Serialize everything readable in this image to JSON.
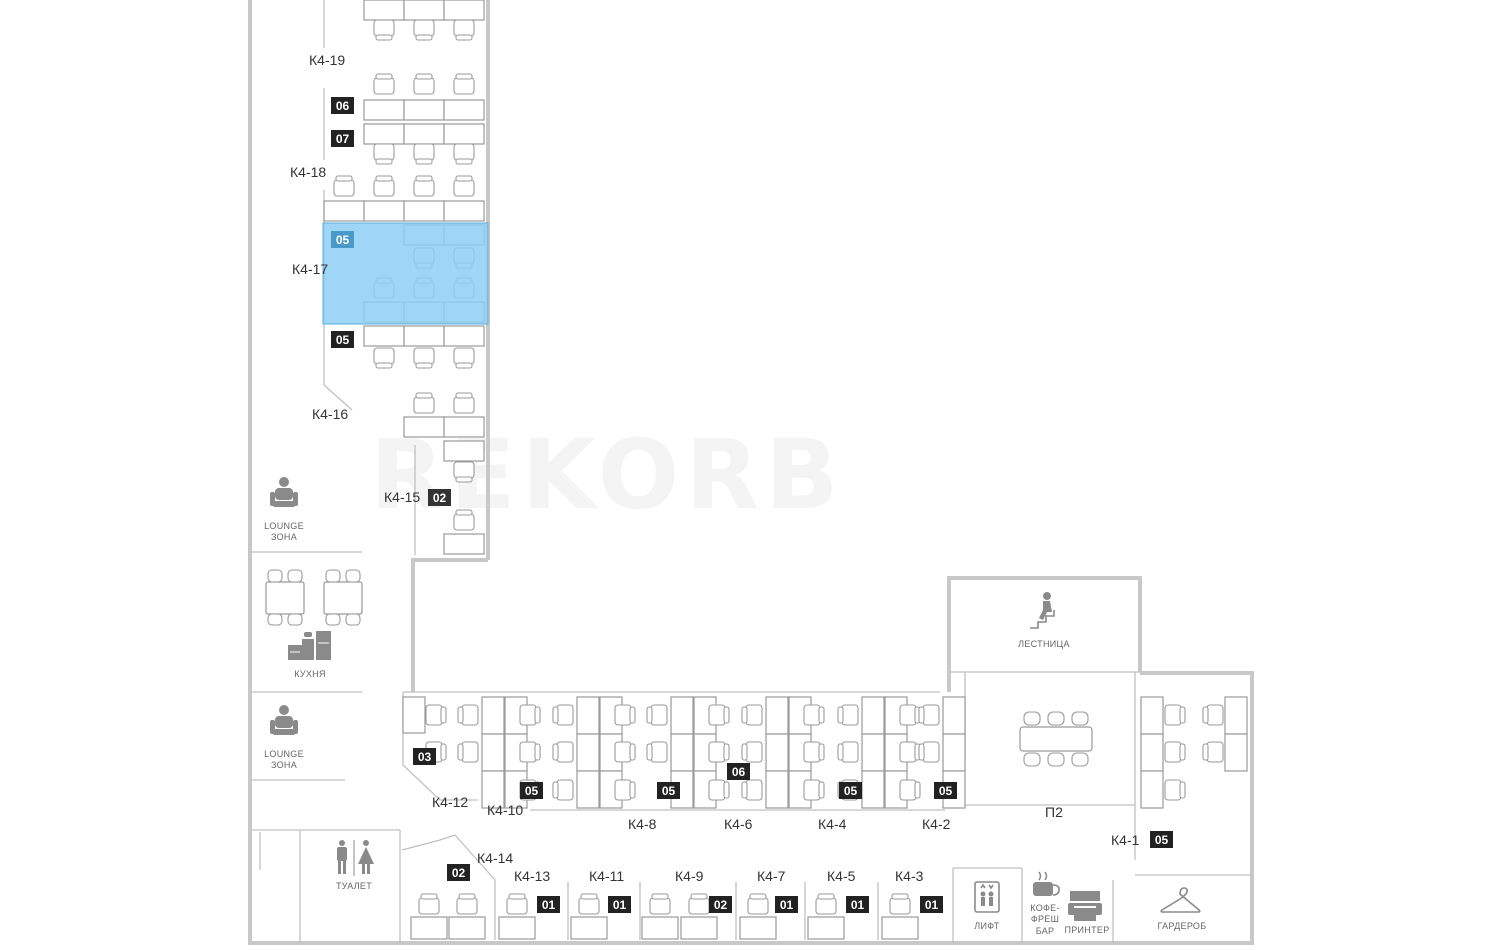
{
  "watermark": "REKORB",
  "rooms": {
    "k4_19": "К4-19",
    "k4_18": "К4-18",
    "k4_17": "К4-17",
    "k4_16": "К4-16",
    "k4_15": "К4-15",
    "k4_14": "К4-14",
    "k4_13": "К4-13",
    "k4_12": "К4-12",
    "k4_11": "К4-11",
    "k4_10": "К4-10",
    "k4_9": "К4-9",
    "k4_8": "К4-8",
    "k4_7": "К4-7",
    "k4_6": "К4-6",
    "k4_5": "К4-5",
    "k4_4": "К4-4",
    "k4_3": "К4-3",
    "k4_2": "К4-2",
    "k4_1": "К4-1",
    "p2": "П2"
  },
  "badges": {
    "b_06a": "06",
    "b_07": "07",
    "b_05sel": "05",
    "b_05a": "05",
    "b_02a": "02",
    "b_03": "03",
    "b_05b": "05",
    "b_05c": "05",
    "b_06b": "06",
    "b_05d": "05",
    "b_05e": "05",
    "b_05f": "05",
    "b_02b": "02",
    "b_01a": "01",
    "b_01b": "01",
    "b_02c": "02",
    "b_01c": "01",
    "b_01d": "01",
    "b_01e": "01"
  },
  "amenities": {
    "lounge1_line1": "LOUNGE",
    "lounge1_line2": "ЗОНА",
    "kitchen": "КУХНЯ",
    "lounge2_line1": "LOUNGE",
    "lounge2_line2": "ЗОНА",
    "toilet": "ТУАЛЕТ",
    "stairs": "ЛЕСТНИЦА",
    "lift": "ЛИФТ",
    "coffee_line1": "КОФЕ-",
    "coffee_line2": "ФРЕШ",
    "coffee_line3": "БАР",
    "printer": "ПРИНТЕР",
    "wardrobe": "ГАРДЕРОБ"
  },
  "colors": {
    "selected_fill": "#8ecff5",
    "selected_stroke": "#5aaee0",
    "badge": "#222222",
    "wall": "#c8c8c8"
  }
}
